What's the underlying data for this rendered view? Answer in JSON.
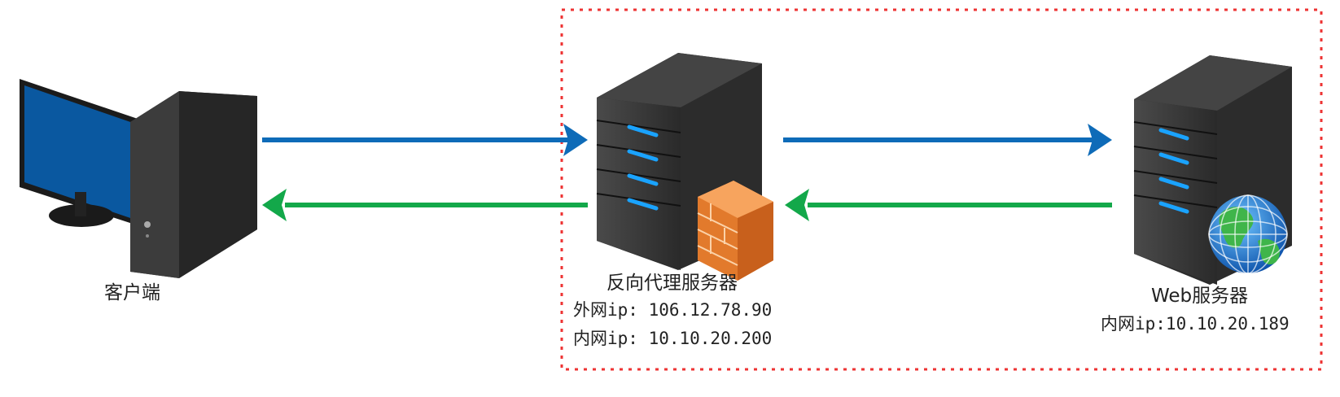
{
  "colors": {
    "request_arrow": "#0e6bb8",
    "response_arrow": "#13a84a",
    "boundary": "#ee3333",
    "monitor_screen": "#0a58a0",
    "case": "#2f2f2f",
    "led": "#1aa3ff",
    "firewall": "#ef8a3a"
  },
  "icons": {
    "client": "desktop-computer-icon",
    "proxy": "server-icon",
    "firewall": "firewall-icon",
    "web": "server-icon",
    "globe": "globe-icon"
  },
  "nodes": {
    "client": {
      "label": "客户端"
    },
    "proxy": {
      "label": "反向代理服务器",
      "external_ip": "外网ip: 106.12.78.90",
      "internal_ip": "内网ip: 10.10.20.200"
    },
    "web": {
      "label": "Web服务器",
      "internal_ip": "内网ip:10.10.20.189"
    }
  }
}
